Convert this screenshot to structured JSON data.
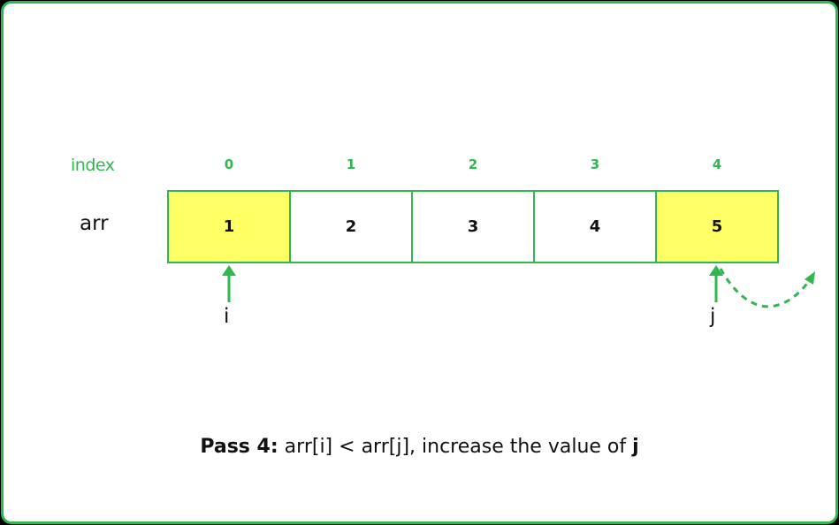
{
  "labels": {
    "index": "index",
    "arr": "arr"
  },
  "array": {
    "indices": [
      "0",
      "1",
      "2",
      "3",
      "4"
    ],
    "values": [
      "1",
      "2",
      "3",
      "4",
      "5"
    ],
    "highlighted": [
      0,
      4
    ]
  },
  "pointers": {
    "i": "i",
    "j": "j"
  },
  "caption": {
    "pass": "Pass 4",
    "colon": ":",
    "text": " arr[i] < arr[j], increase the value of ",
    "var": "j"
  },
  "colors": {
    "accent": "#2fb84f",
    "highlight": "#ffff66",
    "background": "#ffffff"
  },
  "icons": [
    "arrow-up-icon",
    "dashed-curved-arrow-icon"
  ]
}
